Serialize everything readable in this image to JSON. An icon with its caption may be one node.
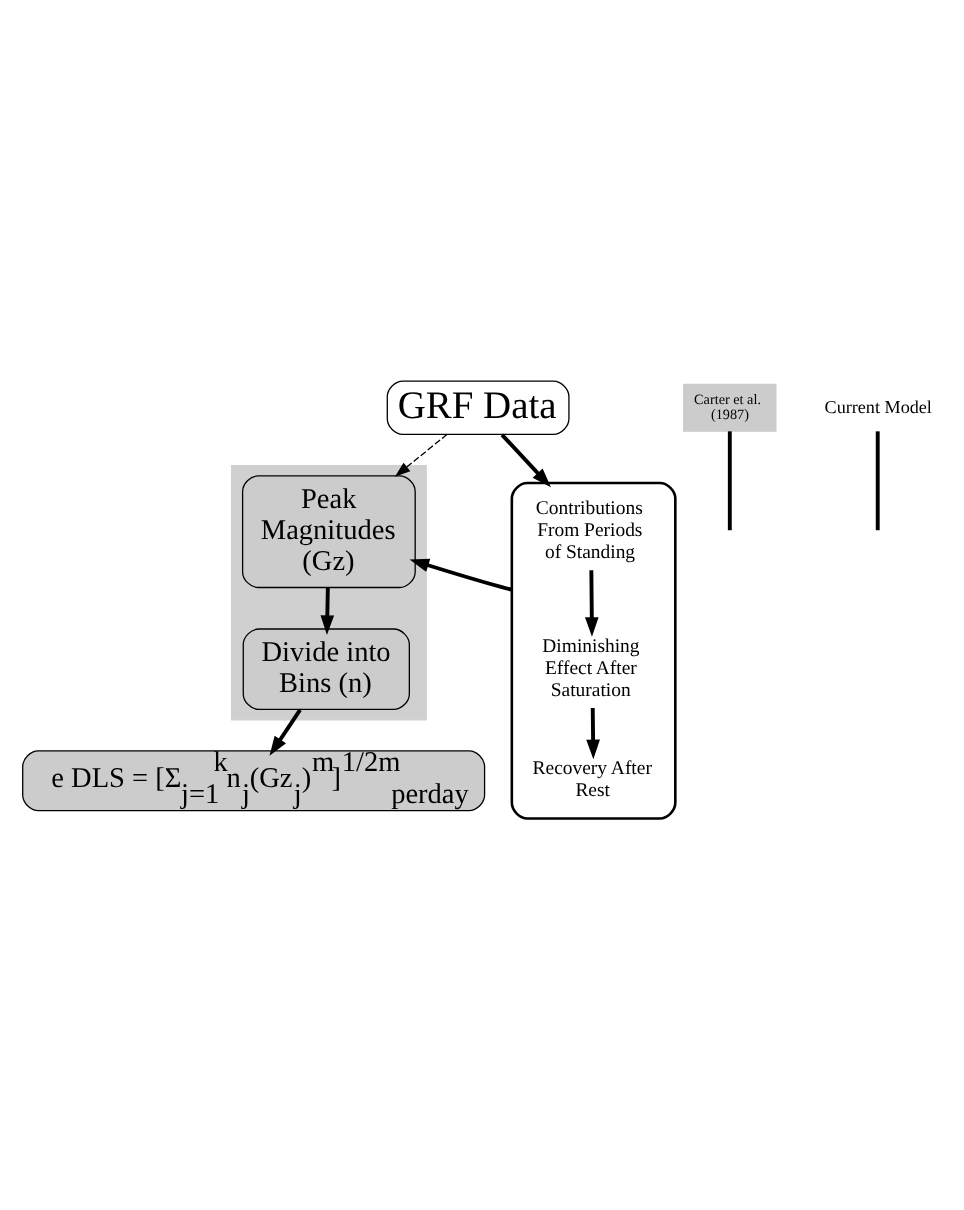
{
  "diagram": {
    "nodes": [
      {
        "text": [
          "GRF Data"
        ]
      },
      {
        "text": [
          "Carter et al. (1987)"
        ]
      },
      {
        "text": [
          "Current Model"
        ]
      },
      {
        "text": [],
        "shape": "box"
      },
      {
        "text": [
          "Peak Magnitudes (Gz)"
        ],
        "in": 3
      },
      {
        "text": [
          "Divide into Bins (n)"
        ],
        "in": 3
      },
      {
        "text": [],
        "shape": "box"
      },
      {
        "text": [
          "Contributions From Periods of Standing"
        ],
        "in": 6
      },
      {
        "text": [
          "Diminishing Effect After Saturation"
        ],
        "in": 6
      },
      {
        "text": [
          "Recovery After Rest"
        ],
        "in": 6
      },
      {
        "text": [
          "e DLS = [Σ$_{j=1}$$^{k}$n$_{j}$(Gz$_{j}$)$^{m}$]$^{1/2m}$$_{perday}$"
        ]
      }
    ],
    "edges": [
      {
        "from": 0,
        "to": 4,
        "arrow": "to",
        "style": "dashed"
      },
      {
        "from": 0,
        "to": 6,
        "arrow": "to"
      },
      {
        "from": 6,
        "to": 4,
        "arrow": "to"
      },
      {
        "from": 7,
        "to": 8,
        "arrow": "to"
      },
      {
        "from": 8,
        "to": 9,
        "arrow": "to"
      },
      {
        "from": 4,
        "to": 5,
        "arrow": "to"
      },
      {
        "from": 5,
        "to": 10,
        "arrow": "to"
      },
      {
        "from": 1,
        "to": null,
        "arrow": "none"
      },
      {
        "from": 2,
        "to": null,
        "arrow": "none"
      }
    ]
  }
}
